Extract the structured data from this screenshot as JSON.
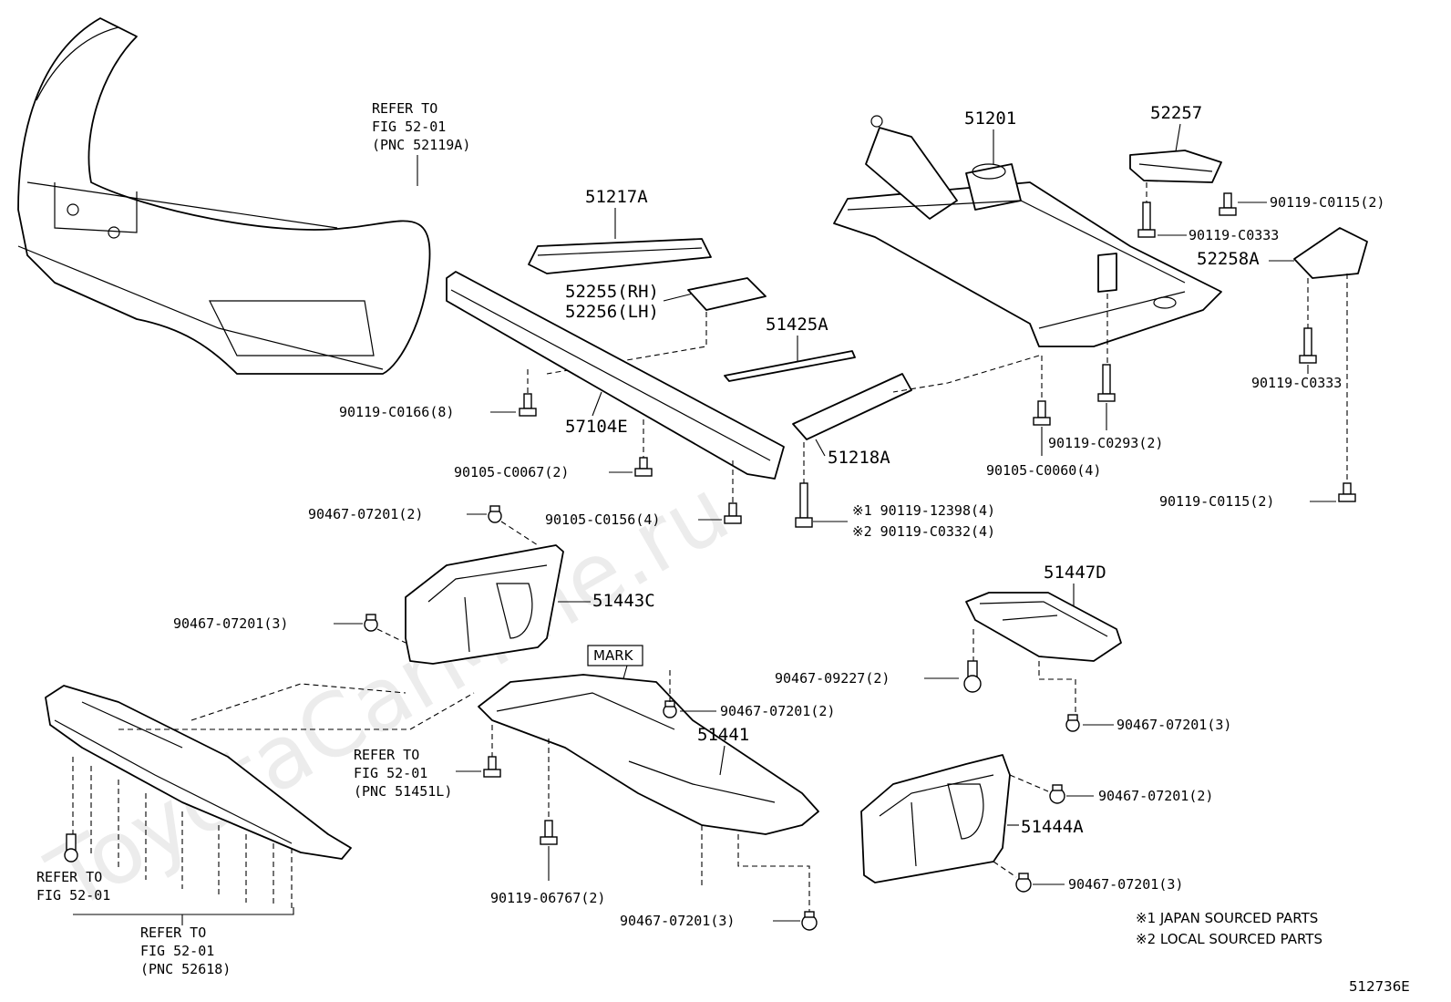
{
  "watermark": "ToyotaCarMine.ru",
  "figure_code": "512736E",
  "mark_label": "MARK",
  "notes": [
    "※1 JAPAN SOURCED PARTS",
    "※2 LOCAL SOURCED PARTS"
  ],
  "refer_bumper": [
    "REFER TO",
    "FIG 52-01",
    "(PNC 52119A)"
  ],
  "refer_fig_lower": [
    "REFER TO",
    "FIG 52-01"
  ],
  "refer_spoiler": [
    "REFER TO",
    "FIG 52-01",
    "(PNC 52618)"
  ],
  "refer_clip": [
    "REFER TO",
    "FIG 52-01",
    "(PNC 51451L)"
  ],
  "parts": {
    "p51201": "51201",
    "p52257": "52257",
    "p51217A": "51217A",
    "p52255": "52255(RH)",
    "p52256": "52256(LH)",
    "p51425A": "51425A",
    "p52258A": "52258A",
    "p57104E": "57104E",
    "p51218A": "51218A",
    "p51443C": "51443C",
    "p51447D": "51447D",
    "p51441": "51441",
    "p51444A": "51444A"
  },
  "fasteners": {
    "f_c0115_top": "90119-C0115(2)",
    "f_c0333_top": "90119-C0333",
    "f_c0333_right": "90119-C0333",
    "f_c0166": "90119-C0166(8)",
    "f_c0293": "90119-C0293(2)",
    "f_c0067": "90105-C0067(2)",
    "f_c0060": "90105-C0060(4)",
    "f_07201_a": "90467-07201(2)",
    "f_c0156": "90105-C0156(4)",
    "f_12398": "※1 90119-12398(4)",
    "f_c0332": "※2 90119-C0332(4)",
    "f_c0115_bottom": "90119-C0115(2)",
    "f_07201_b": "90467-07201(3)",
    "f_09227": "90467-09227(2)",
    "f_07201_c": "90467-07201(2)",
    "f_07201_d": "90467-07201(3)",
    "f_07201_e": "90467-07201(2)",
    "f_06767": "90119-06767(2)",
    "f_07201_f": "90467-07201(3)",
    "f_07201_g": "90467-07201(3)"
  }
}
